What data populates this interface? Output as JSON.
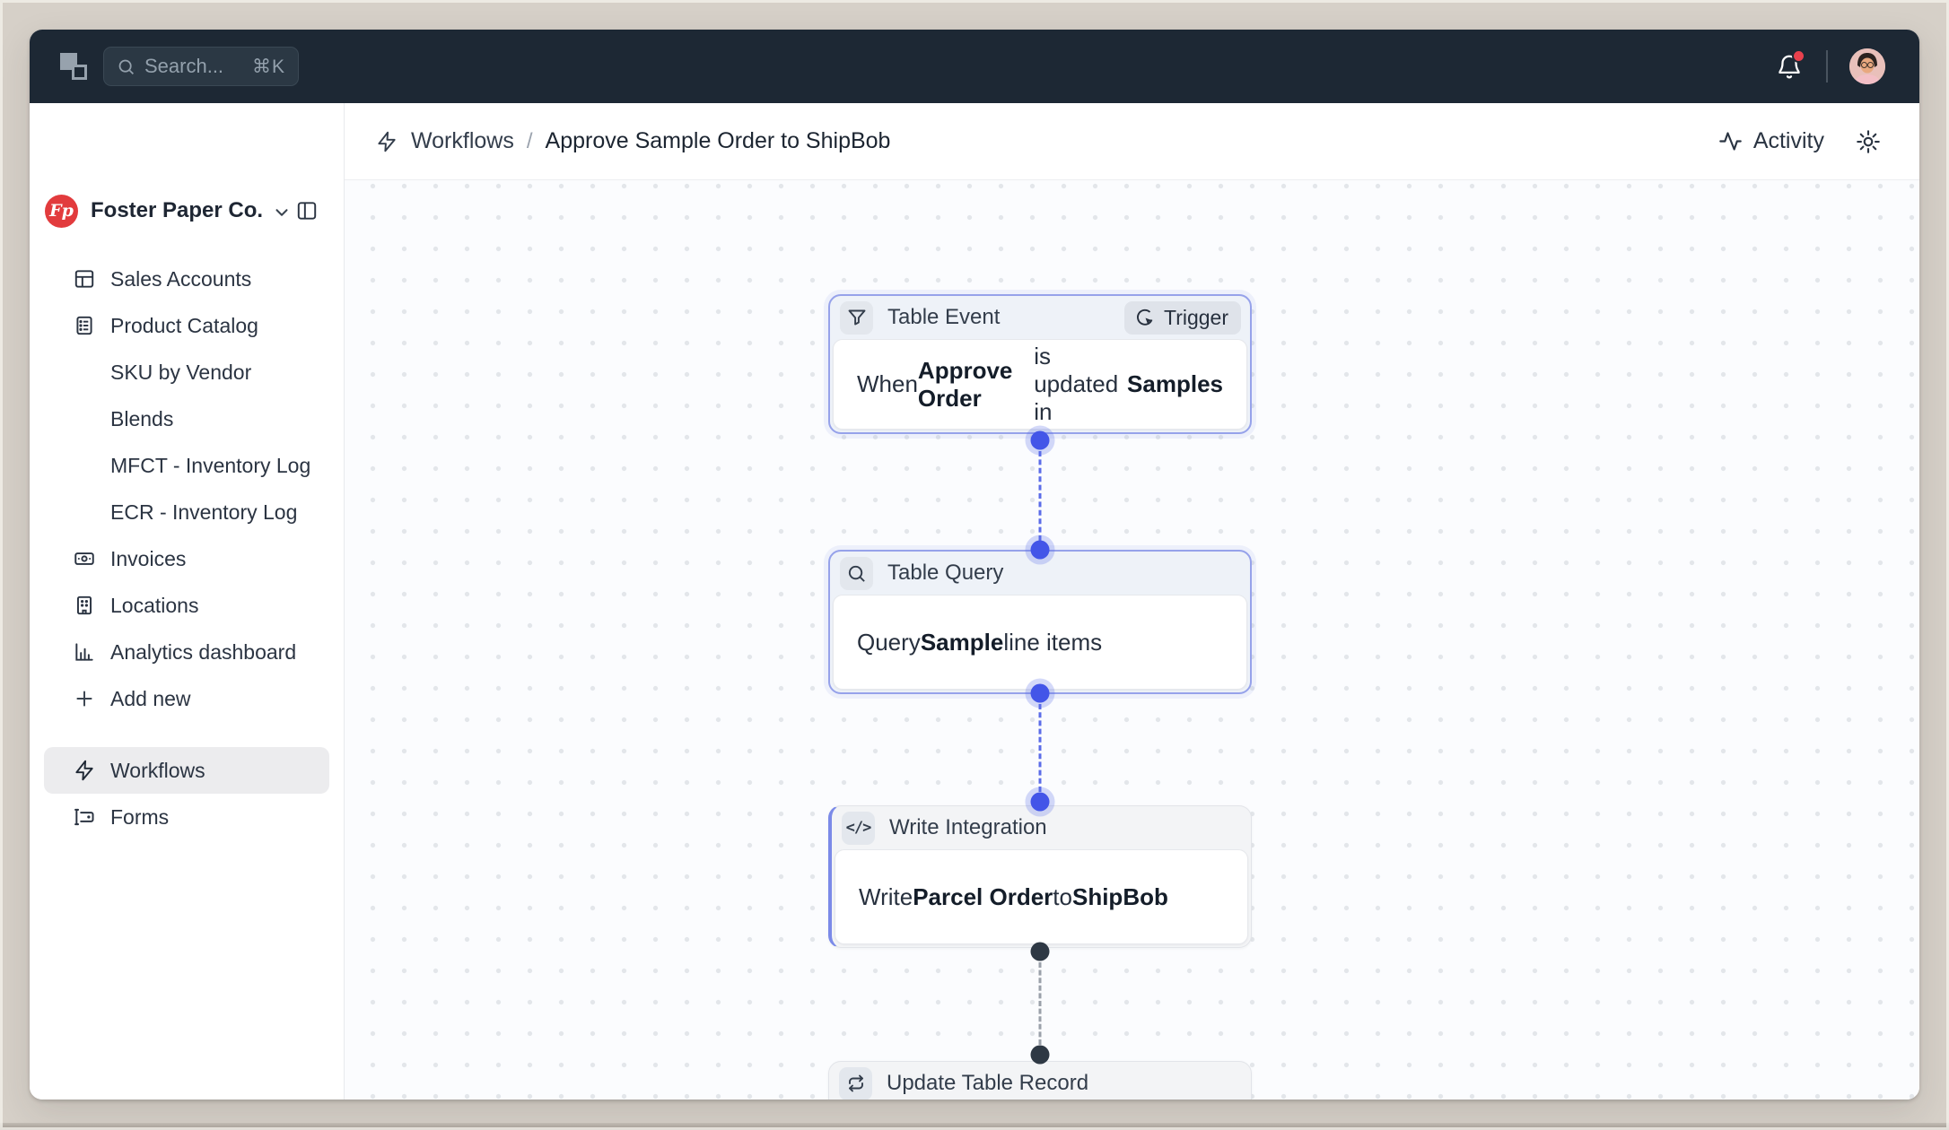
{
  "topbar": {
    "search": {
      "placeholder": "Search...",
      "shortcut": "⌘K"
    },
    "icons": [
      "app-grid-icon",
      "search-icon",
      "bell-icon",
      "avatar"
    ]
  },
  "sidebar": {
    "org": {
      "name": "Foster Paper Co.",
      "monogram": "Fp",
      "logo_color": "#e23b3d"
    },
    "items": [
      {
        "label": "Sales Accounts",
        "icon": "table-icon",
        "indent": false,
        "active": false
      },
      {
        "label": "Product Catalog",
        "icon": "document-icon",
        "indent": false,
        "active": false
      },
      {
        "label": "SKU by Vendor",
        "icon": null,
        "indent": true,
        "active": false
      },
      {
        "label": "Blends",
        "icon": null,
        "indent": true,
        "active": false
      },
      {
        "label": "MFCT - Inventory Log",
        "icon": null,
        "indent": true,
        "active": false
      },
      {
        "label": "ECR - Inventory Log",
        "icon": null,
        "indent": true,
        "active": false
      },
      {
        "label": "Invoices",
        "icon": "banknote-icon",
        "indent": false,
        "active": false
      },
      {
        "label": "Locations",
        "icon": "building-icon",
        "indent": false,
        "active": false
      },
      {
        "label": "Analytics dashboard",
        "icon": "bar-chart-icon",
        "indent": false,
        "active": false
      },
      {
        "label": "Add new",
        "icon": "plus-icon",
        "indent": false,
        "active": false
      },
      {
        "label": "Workflows",
        "icon": "zap-icon",
        "indent": false,
        "active": true
      },
      {
        "label": "Forms",
        "icon": "form-input-icon",
        "indent": false,
        "active": false
      }
    ]
  },
  "breadcrumb": {
    "section": "Workflows",
    "separator": "/",
    "page": "Approve Sample Order to ShipBob"
  },
  "header_actions": {
    "activity_label": "Activity"
  },
  "workflow": {
    "nodes": [
      {
        "title": "Table Event",
        "icon": "filter-icon",
        "badge": "Trigger",
        "selected": true,
        "body": [
          {
            "t": "When "
          },
          {
            "t": "Approve Order",
            "b": true
          },
          {
            "t": " is updated in "
          },
          {
            "t": "Samples",
            "b": true
          }
        ]
      },
      {
        "title": "Table Query",
        "icon": "search-icon",
        "selected": true,
        "body": [
          {
            "t": "Query "
          },
          {
            "t": "Sample",
            "b": true
          },
          {
            "t": " line items"
          }
        ]
      },
      {
        "title": "Write Integration",
        "icon": "code-icon",
        "selected": false,
        "body": [
          {
            "t": "Write "
          },
          {
            "t": "Parcel Order",
            "b": true
          },
          {
            "t": " to "
          },
          {
            "t": "ShipBob",
            "b": true
          }
        ]
      },
      {
        "title": "Update Table Record",
        "icon": "repeat-icon",
        "selected": false,
        "body": []
      }
    ],
    "colors": {
      "selected_border": "#96a2ea",
      "connector_blue": "#4355e8",
      "connector_dark": "#2e3844"
    }
  },
  "status_colors": {
    "notification_red": "#e8414d"
  }
}
